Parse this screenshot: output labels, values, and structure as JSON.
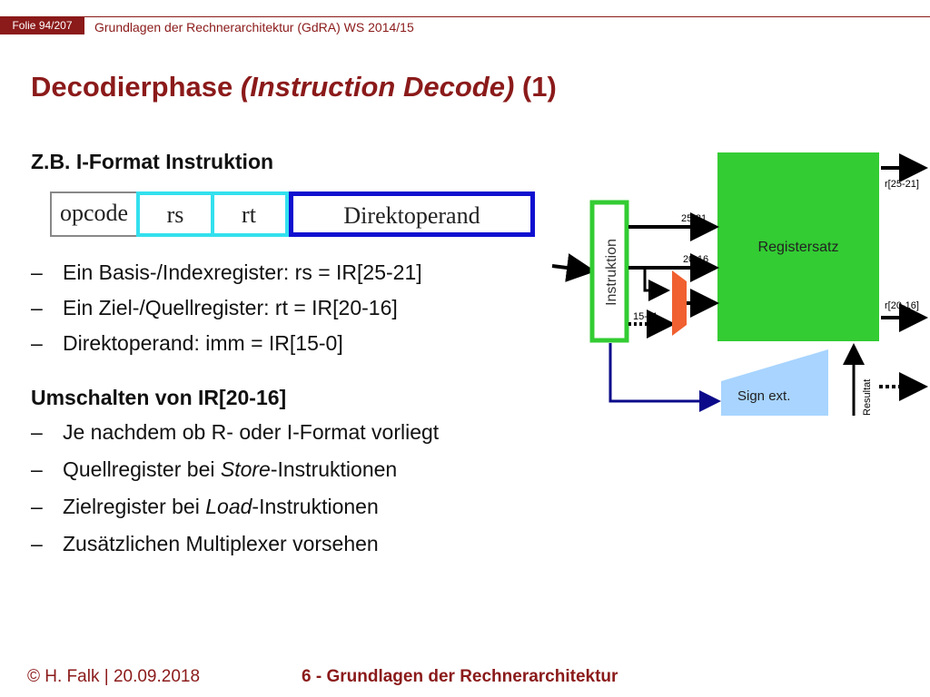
{
  "header": {
    "slide_number": "Folie 94/207",
    "course": "Grundlagen der Rechnerarchitektur (GdRA) WS 2014/15"
  },
  "title": {
    "prefix": "Decodierphase ",
    "italic": "(Instruction Decode)",
    "suffix": " (1)"
  },
  "section1": {
    "heading": "Z.B. I-Format Instruktion",
    "format_fields": [
      "opcode",
      "rs",
      "rt",
      "Direktoperand"
    ],
    "bullets": [
      "Ein Basis-/Indexregister: rs = IR[25-21]",
      "Ein Ziel-/Quellregister: rt = IR[20-16]",
      "Direktoperand: imm = IR[15-0]"
    ]
  },
  "section2": {
    "heading": "Umschalten von IR[20-16]",
    "bullets": [
      {
        "pre": "Je nachdem ob R- oder I-Format vorliegt",
        "em": "",
        "post": ""
      },
      {
        "pre": "Quellregister bei ",
        "em": "Store",
        "post": "-Instruktionen"
      },
      {
        "pre": "Zielregister bei ",
        "em": "Load",
        "post": "-Instruktionen"
      },
      {
        "pre": "Zusätzlichen Multiplexer vorsehen",
        "em": "",
        "post": ""
      }
    ]
  },
  "diagram": {
    "instruction_label": "Instruktion",
    "register_label": "Registersatz",
    "sign_ext_label": "Sign ext.",
    "result_label": "Resultat",
    "wire_25_21": "25-21",
    "wire_20_16": "20-16",
    "wire_15_11": "15-11",
    "out_25_21": "r[25-21]",
    "out_20_16": "r[20-16]"
  },
  "colors": {
    "accent": "#8b1a1a",
    "instruction_border": "#33cc33",
    "register_fill": "#33cc33",
    "mux_fill": "#f06030",
    "sign_ext_fill": "#a8d4ff",
    "rs_border": "#33e0ee",
    "imm_border": "#1010d0",
    "wire_blue": "#0a0a8a"
  },
  "footer": {
    "author": "© H. Falk | 20.09.2018",
    "chapter": "6 - Grundlagen der Rechnerarchitektur"
  }
}
